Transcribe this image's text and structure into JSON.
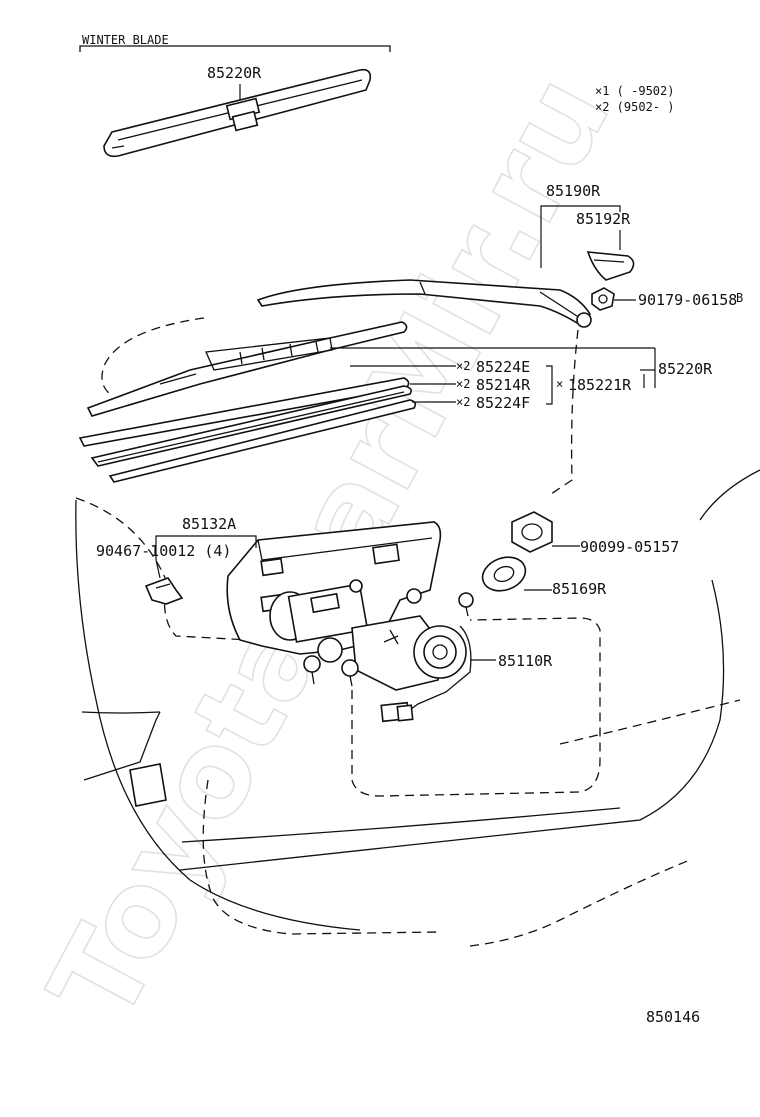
{
  "header": {
    "winter_blade": "WINTER BLADE"
  },
  "legend": {
    "note1": "×1  (      -9502)",
    "note2": "×2  (9502-       )"
  },
  "watermark": "ToyotaParMir.ru",
  "diagram_code": "850146",
  "parts": {
    "winter_blade": "85220R",
    "arm_assy": "85190R",
    "arm_cap": "85192R",
    "arm_nut": "90179-06158",
    "arm_nut_suffix": "B",
    "blade_assy": "85220R",
    "rubber_e": "85224E",
    "rubber_e_mark": "×2",
    "backing_plate": "85214R",
    "backing_plate_mark": "×2",
    "refill": "185221R",
    "refill_mark": "×",
    "rubber_f": "85224F",
    "rubber_f_mark": "×2",
    "motor_bracket": "85132A",
    "clip": "90467-10012 (4)",
    "grommet_nut": "90099-05157",
    "seal": "85169R",
    "motor": "85110R"
  }
}
